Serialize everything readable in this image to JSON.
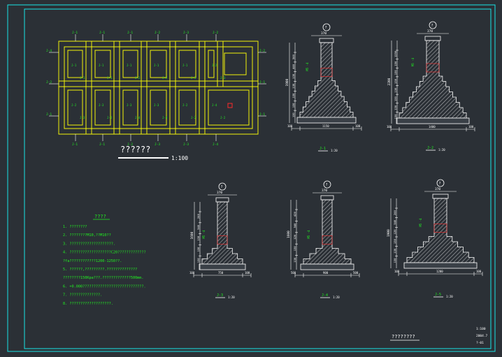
{
  "colors": {
    "background": "#2b3036",
    "frame": "#19e3e6",
    "wall": "#f2f20a",
    "text_green": "#21f021",
    "white": "#ffffff",
    "cyan": "#17dfe6",
    "magenta": "#f43ff0",
    "red": "#ff2a2a"
  },
  "plan": {
    "title": "??????",
    "scale": "1:100",
    "axis_labels": [
      "J-1",
      "J-1",
      "J-1",
      "J-1",
      "J-1",
      "J-2",
      "J-2",
      "J-3",
      "J-3",
      "J-3",
      "J-2",
      "J-4",
      "J-4",
      "J-2",
      "J-2",
      "J-1",
      "J-1",
      "J-1",
      "J-1",
      "J-1",
      "J-4",
      "J-3"
    ]
  },
  "notes": {
    "heading": "????",
    "lines": [
      "1. ????????",
      "2. ????????M10,??M10??",
      "3. ????????????????????.",
      "4. ???????????????????C20?????????????",
      "   ?fa????????????1200-1250??.",
      "5. ??????,?????????.??????????????",
      "   ????????150Kpa???.?????????????500mm.",
      "6. +0.000????????????????????????????.",
      "7. ??????????????.",
      "8. ???????????????????."
    ]
  },
  "sections": [
    {
      "id": "J-1",
      "scale": "1:20",
      "top": "370",
      "width": "1150",
      "side": "100",
      "wall_label": "M5 -4",
      "height": "1900",
      "dims": [
        "540",
        "440",
        "130",
        "130",
        "130",
        "130",
        "130"
      ]
    },
    {
      "id": "J-2",
      "scale": "1:20",
      "top": "370",
      "width": "1400",
      "side": "100",
      "wall_label": "M5 -4",
      "height": "2200",
      "dims": [
        "1250",
        "150",
        "130",
        "130",
        "130",
        "130",
        "130",
        "130"
      ]
    },
    {
      "id": "J-3",
      "scale": "1:20",
      "top": "370",
      "width": "750",
      "side": "100",
      "wall_label": "M5 -4",
      "height": "1600",
      "dims": [
        "240",
        "540",
        "130",
        "130",
        "130"
      ]
    },
    {
      "id": "J-4",
      "scale": "1:20",
      "top": "370",
      "width": "900",
      "side": "500",
      "wall_label": "M5 -4",
      "height": "1600",
      "dims": [
        "420",
        "540",
        "120",
        "130",
        "130"
      ]
    },
    {
      "id": "J-5",
      "scale": "1:20",
      "top": "370",
      "width": "1200",
      "side": "100",
      "wall_label": "M5 -4",
      "height": "1900",
      "dims": [
        "240",
        "540",
        "120",
        "130",
        "130",
        "130"
      ]
    }
  ],
  "section_marks": [
    {
      "label": "?"
    },
    {
      "label": "?"
    },
    {
      "label": "?"
    },
    {
      "label": "?"
    },
    {
      "label": "?"
    }
  ],
  "title_block": {
    "drawing_title": "????????",
    "line1": "1:100",
    "line2": "2004.7",
    "line3": "?-01"
  }
}
